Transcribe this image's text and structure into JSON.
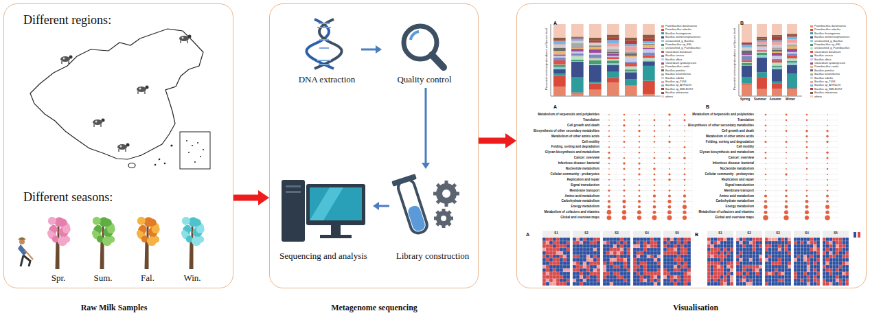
{
  "diagram": {
    "nodes": [
      {
        "text": [
          "Different regions:",
          "Different seasons:",
          "Raw Milk Samples"
        ]
      },
      {
        "text": [
          "Metagenome sequencing"
        ]
      },
      {
        "text": [
          "DNA extraction"
        ],
        "in": 1
      },
      {
        "text": [
          "Quality control"
        ],
        "in": 1
      },
      {
        "text": [
          "Library construction"
        ],
        "in": 1
      },
      {
        "text": [
          "Sequencing and analysis"
        ],
        "in": 1
      },
      {
        "text": [
          "Visualisation"
        ]
      }
    ],
    "edges": [
      {
        "from": 0,
        "to": 1,
        "arrow": "to"
      },
      {
        "from": 1,
        "to": 6,
        "arrow": "to"
      },
      {
        "from": 2,
        "to": 3,
        "arrow": "to"
      },
      {
        "from": 3,
        "to": 4,
        "arrow": "to"
      },
      {
        "from": 4,
        "to": 5,
        "arrow": "to"
      }
    ],
    "labels": [
      "Spr.",
      "Sum.",
      "Fal.",
      "Win.",
      "A",
      "B",
      "A",
      "B",
      "A",
      "B",
      "Metabolism of terpenoids and polyketides",
      "Translation",
      "Cell growth and death",
      "Biosynthesis of other secondary metabolites",
      "Metabolism of other amino acids",
      "Cell motility",
      "Folding, sorting and degradation",
      "Glycan biosynthesis and metabolism",
      "Cancer: overview",
      "Infectious disease: bacterial",
      "Nucleotide metabolism",
      "Cellular community - prokaryotes",
      "Replication and repair",
      "Signal transduction",
      "Membrane transport",
      "Amino acid metabolism",
      "Carbohydrate metabolism",
      "Energy metabolism",
      "Metabolism of cofactors and vitamins",
      "Global and overview maps",
      "Metabolism of terpenoids and polyketides",
      "Translation",
      "Biosynthesis of other secondary metabolites",
      "Cell growth and death",
      "Metabolism of other amino acids",
      "Folding, sorting and degradation",
      "Cell motility",
      "Glycan biosynthesis and metabolism",
      "Cancer: overview",
      "Infectious disease: bacterial",
      "Nucleotide metabolism",
      "Cellular community - prokaryotes",
      "Replication and repair",
      "Signal transduction",
      "Membrane transport",
      "Amino acid metabolism",
      "Carbohydrate metabolism",
      "Energy metabolism",
      "Metabolism of cofactors and vitamins",
      "Global and overview maps",
      "Spring",
      "Summer",
      "Autumn",
      "Winter",
      "S1",
      "S2",
      "S3",
      "S4",
      "S5",
      "S1",
      "S2",
      "S3",
      "S4",
      "S5",
      "Percent of community abundance on Species level",
      "Percent of community abundance on Species level"
    ],
    "legend": [
      {
        "text": "Paenibacillus darwinianus",
        "color": "#e8866c"
      },
      {
        "text": "Paenibacillus odorifer",
        "color": "#d94a3a"
      },
      {
        "text": "Bacillus thuringiensis",
        "color": "#2e9c9c"
      },
      {
        "text": "Bacillus weihenstephanensis",
        "color": "#3b4f8c"
      },
      {
        "text": "unclassified_g_Bacillus",
        "color": "#8fd0d6"
      },
      {
        "text": "Paenibacillus sp_FSL",
        "color": "#4a9b6e"
      },
      {
        "text": "unclassified_g_Paenibacillus",
        "color": "#b9e0c8"
      },
      {
        "text": "Clostridium botulinum",
        "color": "#e0504a"
      },
      {
        "text": "Bacillus cereus",
        "color": "#7a8ac2"
      },
      {
        "text": "Bacillus albus",
        "color": "#c9c9e8"
      },
      {
        "text": "Clostridium tyrobutyricum",
        "color": "#9b4a9a"
      },
      {
        "text": "Paenibacillus cookii",
        "color": "#e8b86c"
      },
      {
        "text": "Bacillus pumilus",
        "color": "#6a6a6a"
      },
      {
        "text": "Bacillus licheniformis",
        "color": "#a8a8a8"
      },
      {
        "text": "Bacillus subtilis",
        "color": "#d0d0d0"
      },
      {
        "text": "Bacillus sp_T094",
        "color": "#f2a1a1"
      },
      {
        "text": "Bacillus sp_ATH1223",
        "color": "#6fb7e8"
      },
      {
        "text": "Bacillus sp_BMI-BCN7",
        "color": "#b04040"
      },
      {
        "text": "Bacillus velezensis",
        "color": "#8c5a3c"
      },
      {
        "text": "others",
        "color": "#f4c9b8"
      },
      {
        "text": "Paenibacillus darwinianus",
        "color": "#e8866c"
      },
      {
        "text": "Paenibacillus odorifer",
        "color": "#d94a3a"
      },
      {
        "text": "Bacillus thuringiensis",
        "color": "#2e9c9c"
      },
      {
        "text": "Bacillus weihenstephanensis",
        "color": "#3b4f8c"
      },
      {
        "text": "unclassified_g_Bacillus",
        "color": "#8fd0d6"
      },
      {
        "text": "Paenibacillus sp_FSL",
        "color": "#4a9b6e"
      },
      {
        "text": "unclassified_g_Paenibacillus",
        "color": "#b9e0c8"
      },
      {
        "text": "Clostridium botulinum",
        "color": "#e0504a"
      },
      {
        "text": "Bacillus cereus",
        "color": "#7a8ac2"
      },
      {
        "text": "Bacillus albus",
        "color": "#c9c9e8"
      },
      {
        "text": "Clostridium tyrobutyricum",
        "color": "#9b4a9a"
      },
      {
        "text": "Paenibacillus cookii",
        "color": "#e8b86c"
      },
      {
        "text": "Bacillus pumilus",
        "color": "#6a6a6a"
      },
      {
        "text": "Bacillus licheniformis",
        "color": "#a8a8a8"
      },
      {
        "text": "Bacillus subtilis",
        "color": "#d0d0d0"
      },
      {
        "text": "Bacillus sp_T094",
        "color": "#f2a1a1"
      },
      {
        "text": "Bacillus sp_ATH1223",
        "color": "#6fb7e8"
      },
      {
        "text": "Bacillus sp_BMI-BCN7",
        "color": "#b04040"
      },
      {
        "text": "Bacillus velezensis",
        "color": "#8c5a3c"
      },
      {
        "text": "others",
        "color": "#f4c9b8"
      }
    ]
  }
}
